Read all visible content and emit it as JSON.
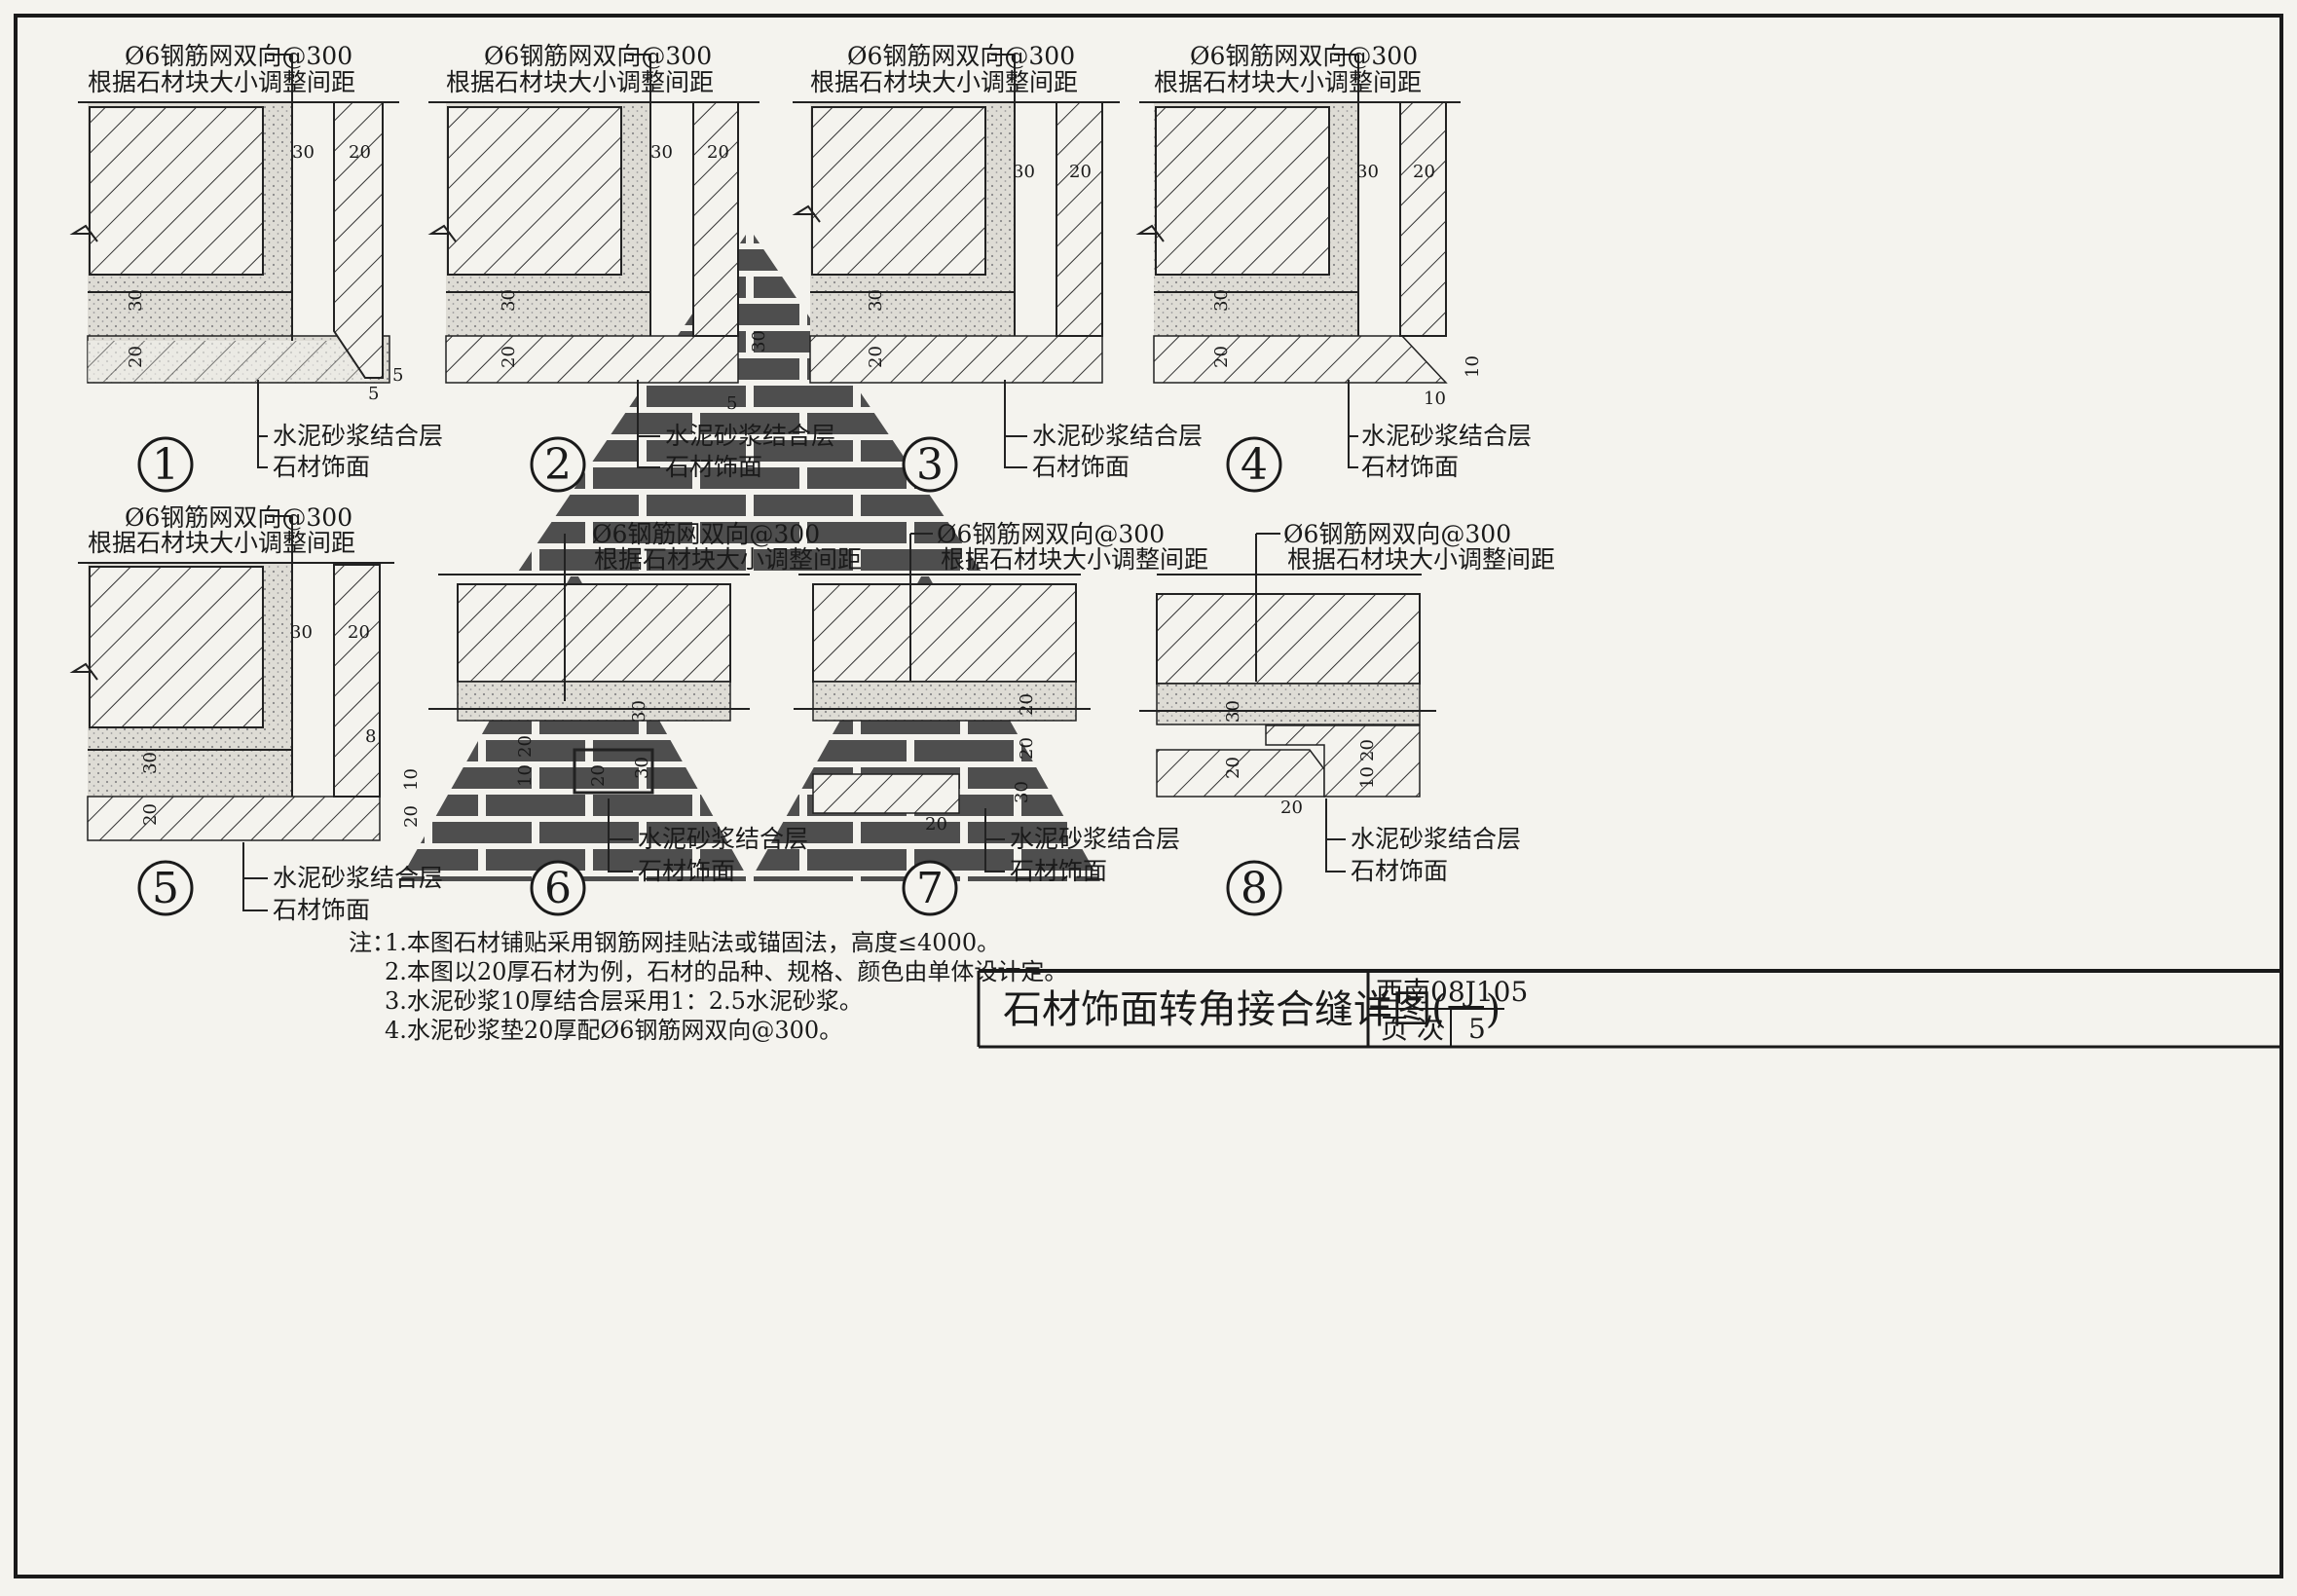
{
  "labels": {
    "mesh": "Ø6钢筋网双向@300",
    "spacing": "根据石材块大小调整间距",
    "mortar": "水泥砂浆结合层",
    "stone": "石材饰面"
  },
  "details": [
    {
      "number": "1",
      "dims": [
        "30",
        "20",
        "30",
        "20",
        "5",
        "5"
      ]
    },
    {
      "number": "2",
      "dims": [
        "30",
        "20",
        "30",
        "20",
        "30",
        "5"
      ]
    },
    {
      "number": "3",
      "dims": [
        "30",
        "20",
        "30",
        "20"
      ]
    },
    {
      "number": "4",
      "dims": [
        "30",
        "20",
        "30",
        "20",
        "10",
        "10"
      ]
    },
    {
      "number": "5",
      "dims": [
        "30",
        "20",
        "30",
        "20",
        "8",
        "10",
        "20"
      ]
    },
    {
      "number": "6",
      "dims": [
        "30",
        "20",
        "10",
        "20",
        "30"
      ]
    },
    {
      "number": "7",
      "dims": [
        "20",
        "20",
        "30",
        "20"
      ]
    },
    {
      "number": "8",
      "dims": [
        "30",
        "20",
        "20",
        "10",
        "20"
      ]
    }
  ],
  "notes": {
    "prefix": "注：",
    "lines": [
      "1.本图石材铺贴采用钢筋网挂贴法或锚固法，高度≤4000。",
      "2.本图以20厚石材为例，石材的品种、规格、颜色由单体设计定。",
      "3.水泥砂浆10厚结合层采用1：2.5水泥砂浆。",
      "4.水泥砂浆垫20厚配Ø6钢筋网双向@300。"
    ]
  },
  "title_block": {
    "title": "石材饰面转角接合缝详图(一)",
    "atlas_code": "西南08J105",
    "page_label": "页 次",
    "page_number": "5"
  },
  "colors": {
    "paper": "#f4f3ee",
    "ink": "#1a1a1a",
    "brick": "#4e4e4e",
    "mortar_fill": "#d9d8d2"
  }
}
